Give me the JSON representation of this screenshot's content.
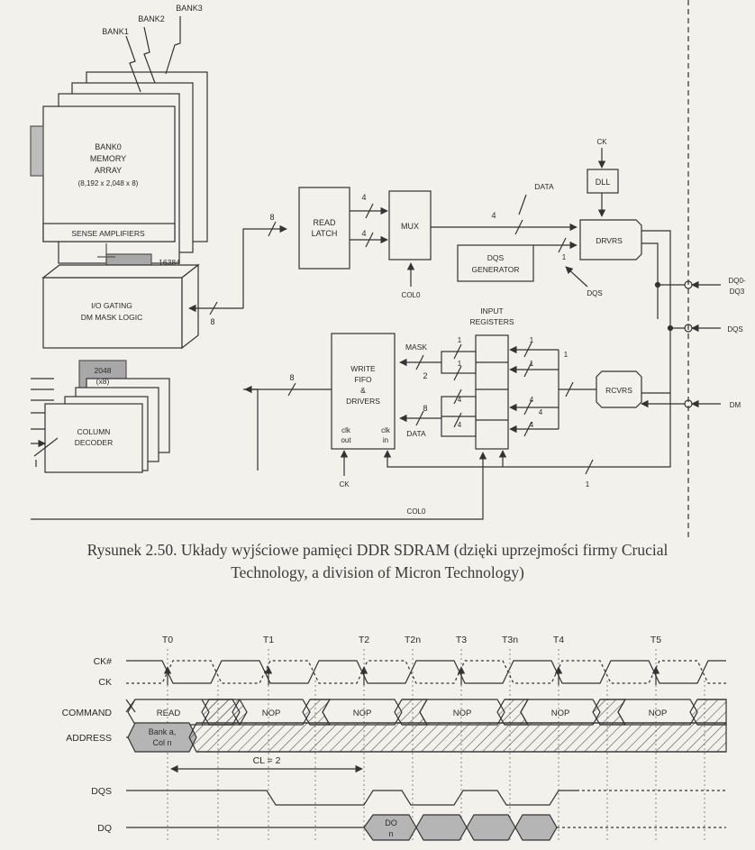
{
  "block_diagram": {
    "banks": [
      "BANK1",
      "BANK2",
      "BANK3"
    ],
    "bank0": {
      "line1": "BANK0",
      "line2": "MEMORY",
      "line3": "ARRAY",
      "line4": "(8,192 x 2,048 x 8)"
    },
    "sense_amplifiers": "SENSE AMPLIFIERS",
    "bus_16384": "16384",
    "io_gating": {
      "line1": "I/O GATING",
      "line2": "DM MASK LOGIC"
    },
    "bus_2048": {
      "line1": "2048",
      "line2": "(x8)"
    },
    "column_decoder": {
      "line1": "COLUMN",
      "line2": "DECODER"
    },
    "bus_8": "8",
    "read_latch": {
      "line1": "READ",
      "line2": "LATCH"
    },
    "bus_4": "4",
    "mux": "MUX",
    "col0": "COL0",
    "data": "DATA",
    "ck": "CK",
    "dll": "DLL",
    "drvrs": "DRVRS",
    "dqs_generator": {
      "line1": "DQS",
      "line2": "GENERATOR"
    },
    "bus_1": "1",
    "dqs": "DQS",
    "input_registers": {
      "line1": "INPUT",
      "line2": "REGISTERS"
    },
    "mask": "MASK",
    "bus_2": "2",
    "write_fifo": {
      "line1": "WRITE",
      "line2": "FIFO",
      "line3": "&",
      "line4": "DRIVERS"
    },
    "clk_out": {
      "line1": "clk",
      "line2": "out"
    },
    "clk_in": {
      "line1": "clk",
      "line2": "in"
    },
    "rcvrs": "RCVRS",
    "pin_dq": {
      "line1": "DQ0-",
      "line2": "DQ3"
    },
    "pin_dqs": "DQS",
    "pin_dm": "DM",
    "col0_bottom": "COL0"
  },
  "caption": {
    "line1": "Rysunek 2.50. Układy wyjściowe pamięci DDR SDRAM (dzięki uprzejmości firmy Crucial",
    "line2": "Technology, a division of Micron Technology)"
  },
  "timing_diagram": {
    "clock_labels": [
      "T0",
      "T1",
      "T2",
      "T2n",
      "T3",
      "T3n",
      "T4",
      "T5"
    ],
    "signals": [
      "CK#",
      "CK",
      "COMMAND",
      "ADDRESS",
      "DQS",
      "DQ"
    ],
    "commands": [
      "READ",
      "NOP",
      "NOP",
      "NOP",
      "NOP",
      "NOP"
    ],
    "address": {
      "line1": "Bank a,",
      "line2": "Col n"
    },
    "cas_latency": "CL = 2",
    "dq_out": {
      "line1": "DO",
      "line2": "n"
    }
  }
}
